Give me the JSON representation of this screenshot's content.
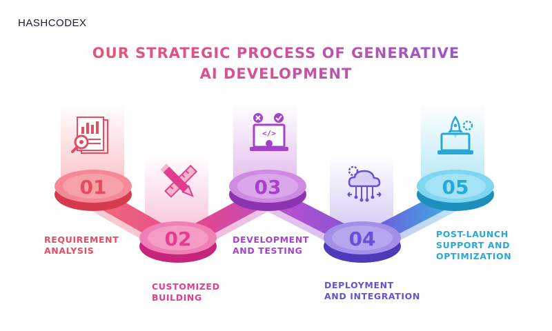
{
  "brand": {
    "name_part1": "HASH",
    "name_part2": "CODEX"
  },
  "title": {
    "line1": "OUR STRATEGIC PROCESS OF GENERATIVE",
    "line2": "AI DEVELOPMENT"
  },
  "steps": [
    {
      "number": "01",
      "label": "REQUIREMENT\nANALYSIS",
      "color": "#e84a5f",
      "icon": "report-magnifier-icon"
    },
    {
      "number": "02",
      "label": "CUSTOMIZED\nBUILDING",
      "color": "#e23d8f",
      "icon": "pencil-ruler-icon"
    },
    {
      "number": "03",
      "label": "DEVELOPMENT\nAND TESTING",
      "color": "#a443c9",
      "icon": "laptop-code-icon"
    },
    {
      "number": "04",
      "label": "DEPLOYMENT\nAND INTEGRATION",
      "color": "#6a4fd6",
      "icon": "cloud-network-icon"
    },
    {
      "number": "05",
      "label": "POST-LAUNCH\nSUPPORT AND\nOPTIMIZATION",
      "color": "#27a9d6",
      "icon": "rocket-laptop-icon"
    }
  ]
}
